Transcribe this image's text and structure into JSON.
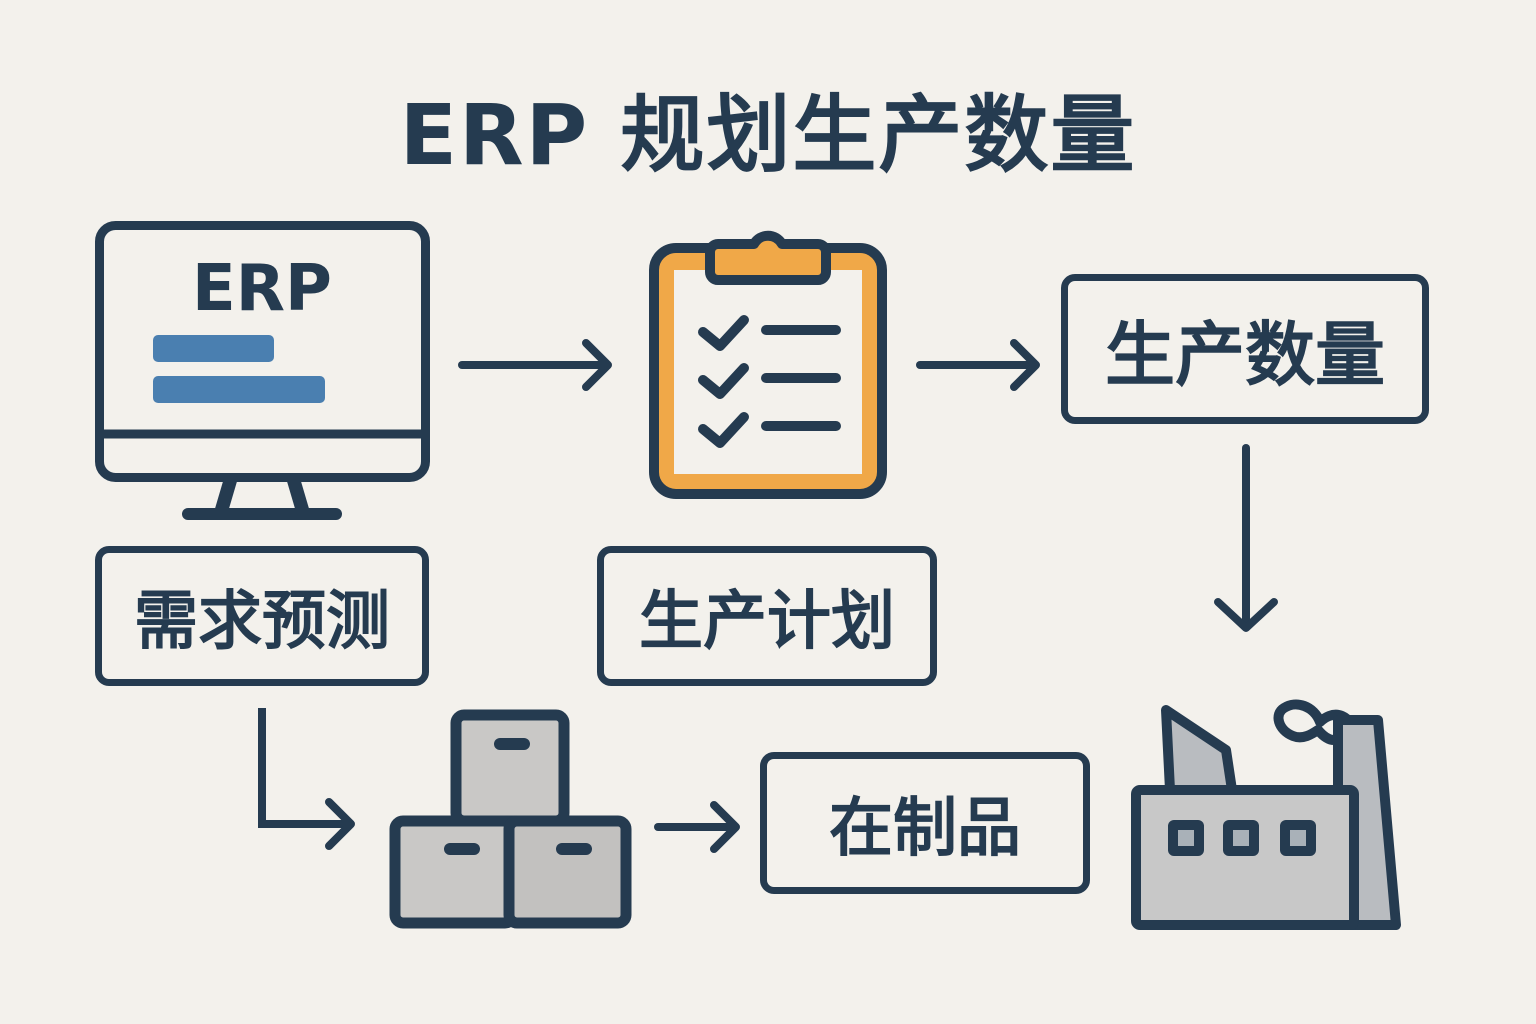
{
  "title": "ERP 规划生产数量",
  "monitor": {
    "label": "ERP"
  },
  "nodes": {
    "demand_forecast": "需求预测",
    "production_plan": "生产计划",
    "production_quantity": "生产数量",
    "work_in_progress": "在制品"
  },
  "icons": {
    "monitor": "computer-monitor-icon",
    "clipboard": "checklist-clipboard-icon",
    "boxes": "stacked-boxes-icon",
    "factory": "factory-icon"
  },
  "colors": {
    "background": "#f3f1ec",
    "dark": "#253b50",
    "accent_orange": "#f0a848",
    "accent_blue": "#4a7fb0",
    "gray_fill": "#c8c8c8"
  }
}
